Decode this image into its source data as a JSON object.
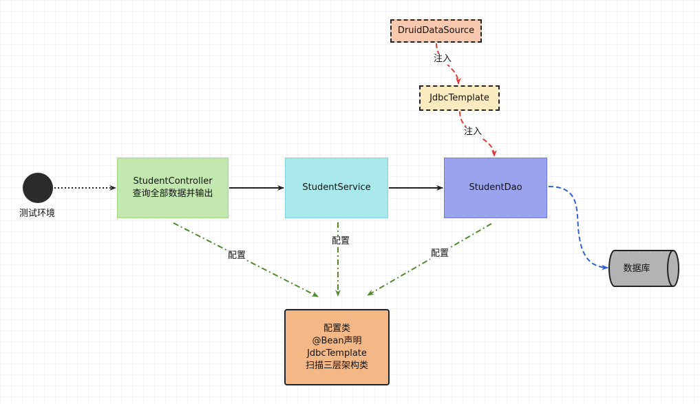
{
  "nodes": {
    "start_label": "测试环境",
    "druid": "DruidDataSource",
    "jdbc": "JdbcTemplate",
    "controller": [
      "StudentController",
      "查询全部数据并输出"
    ],
    "service": "StudentService",
    "dao": "StudentDao",
    "database": "数据库",
    "config": [
      "配置类",
      "@Bean声明",
      "JdbcTemplate",
      "扫描三层架构类"
    ]
  },
  "edge_labels": {
    "inject_1": "注入",
    "inject_2": "注入",
    "config_1": "配置",
    "config_2": "配置",
    "config_3": "配置"
  },
  "colors": {
    "druid_fill": "#f7c8ae",
    "jdbc_fill": "#fbebc0",
    "controller_fill": "#c2e8b0",
    "service_fill": "#a9e9eb",
    "dao_fill": "#9aa4ee",
    "config_fill": "#f4b887",
    "database_fill": "#b3b3b3",
    "inject_edge": "#e03a3a",
    "config_edge": "#4f8a2f",
    "db_edge": "#2f5fd8"
  }
}
